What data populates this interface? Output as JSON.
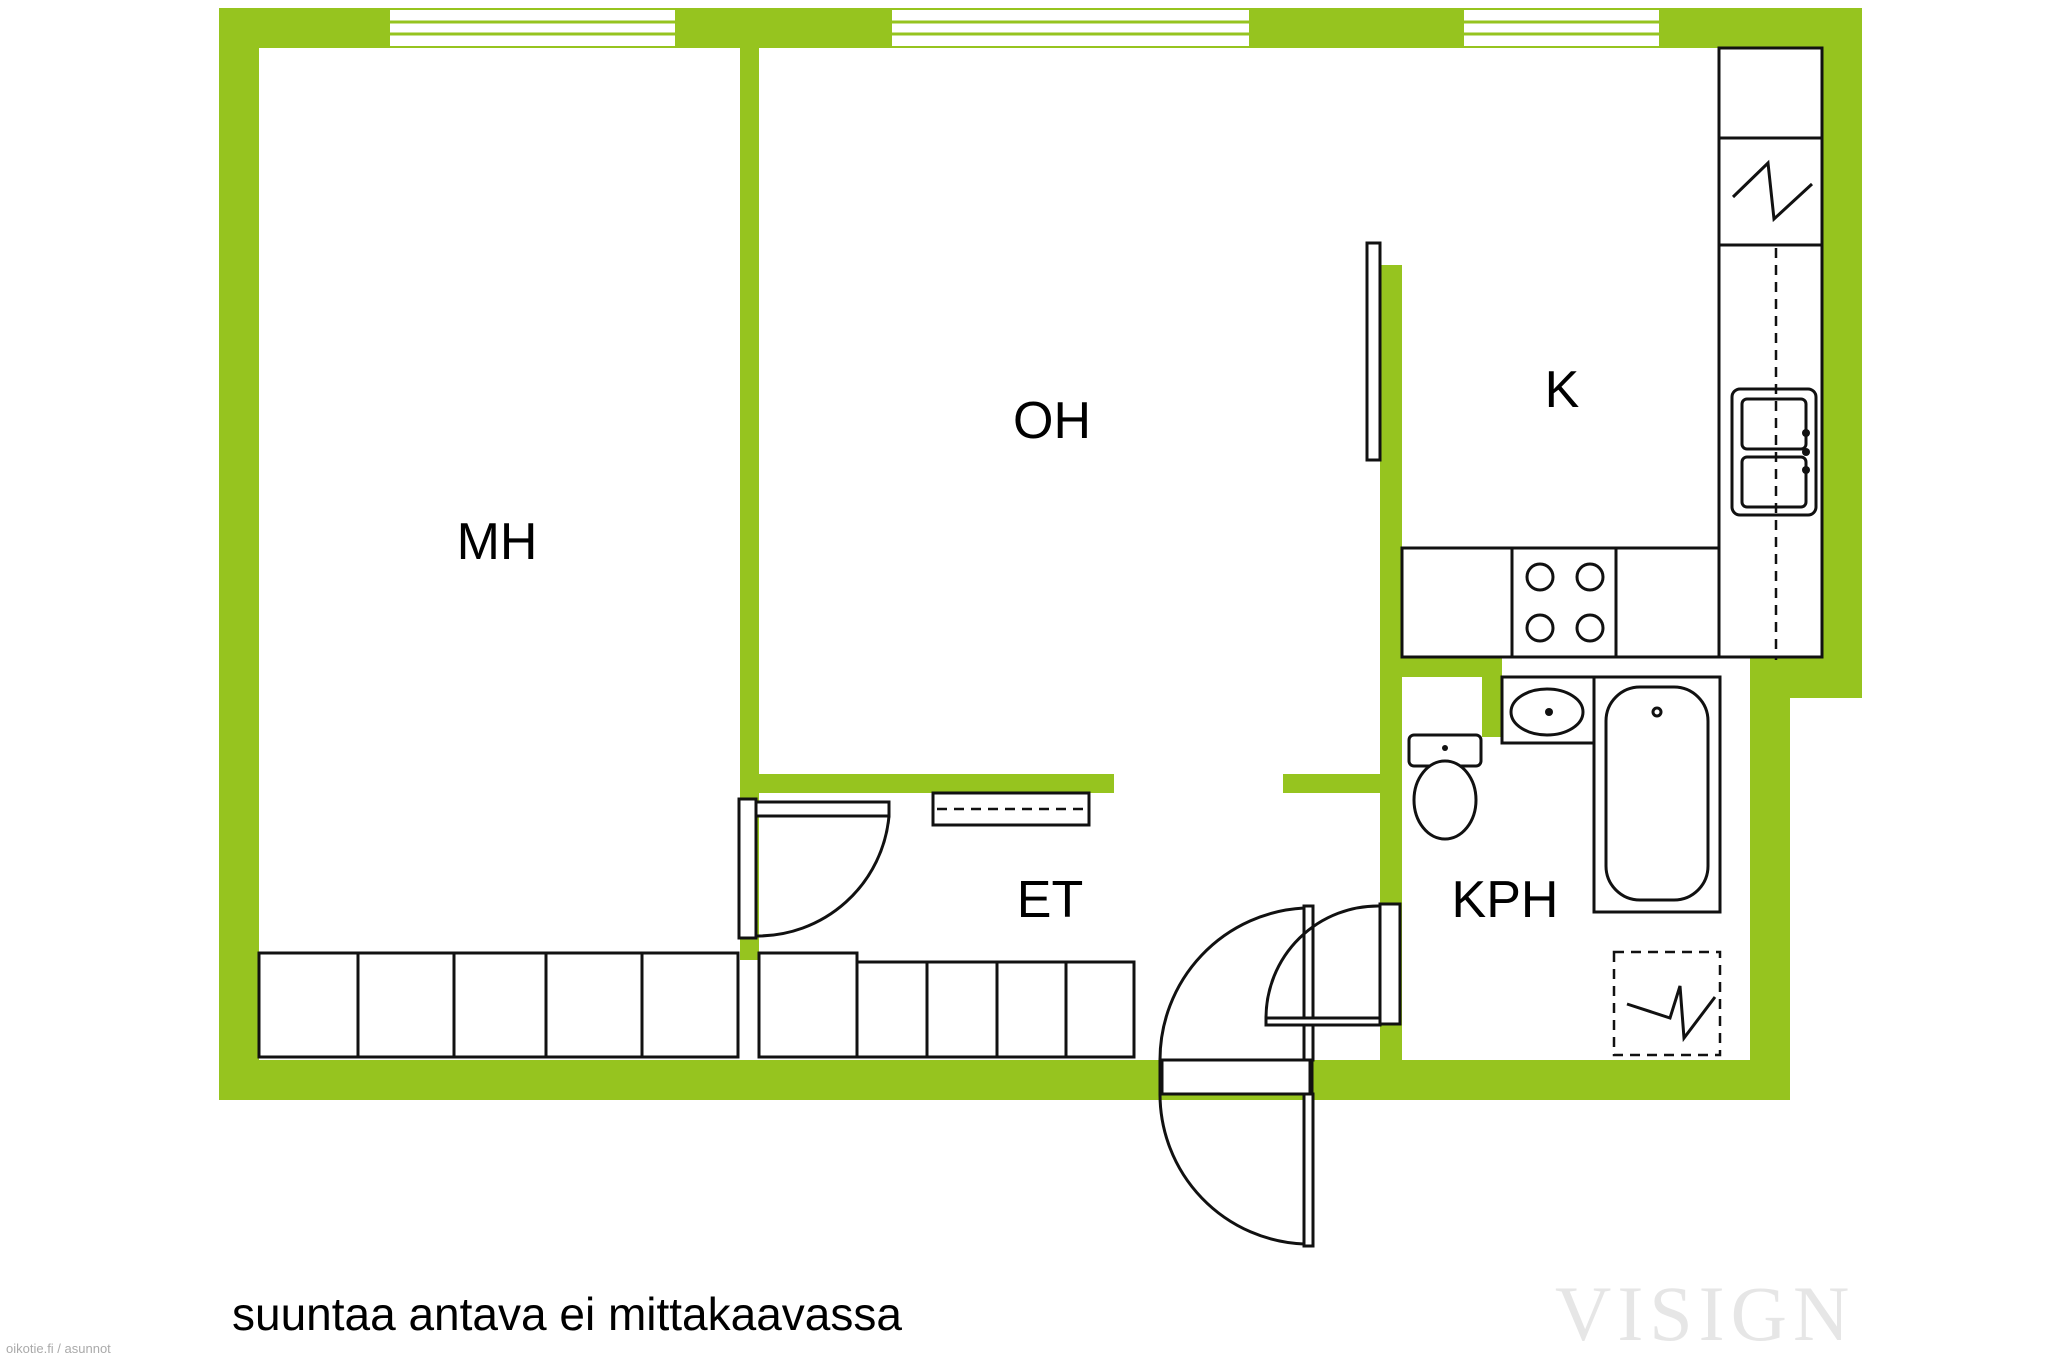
{
  "rooms": {
    "mh": "MH",
    "oh": "OH",
    "k": "K",
    "et": "ET",
    "kph": "KPH"
  },
  "caption": "suuntaa antava ei mittakaavassa",
  "watermark": "VISIGN",
  "credit": "oikotie.fi / asunnot",
  "colors": {
    "wall": "#96c41f",
    "line": "#111111",
    "background": "#ffffff"
  }
}
